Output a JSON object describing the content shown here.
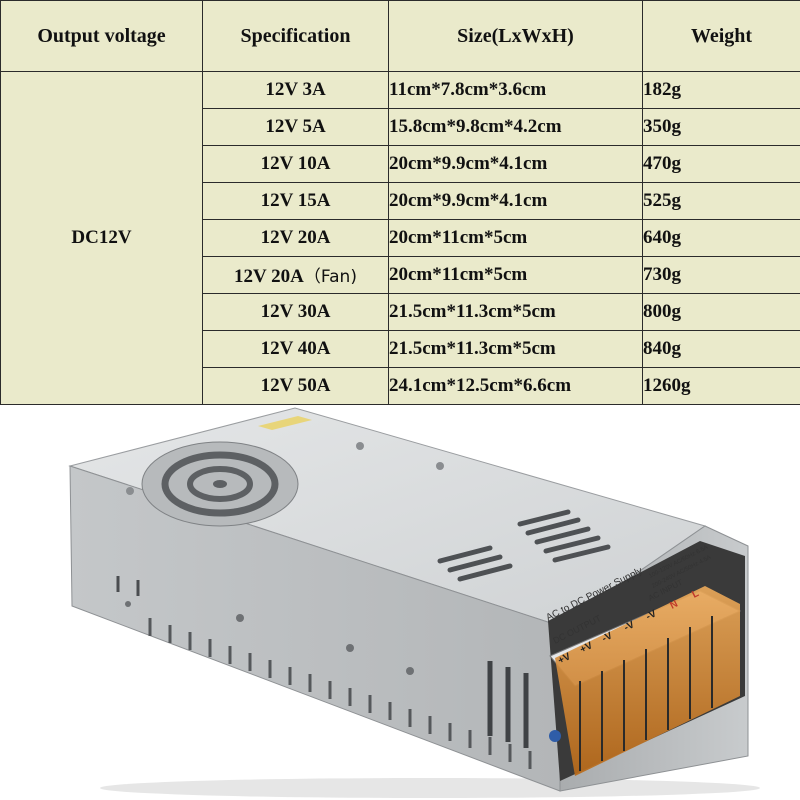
{
  "table": {
    "headers": [
      "Output voltage",
      "Specification",
      "Size(LxWxH)",
      "Weight"
    ],
    "voltage": "DC12V",
    "rows": [
      {
        "spec": "12V 3A",
        "size": "11cm*7.8cm*3.6cm",
        "weight": "182g"
      },
      {
        "spec": "12V 5A",
        "size": "15.8cm*9.8cm*4.2cm",
        "weight": "350g"
      },
      {
        "spec": "12V 10A",
        "size": "20cm*9.9cm*4.1cm",
        "weight": "470g"
      },
      {
        "spec": "12V 15A",
        "size": "20cm*9.9cm*4.1cm",
        "weight": "525g"
      },
      {
        "spec": "12V 20A",
        "size": "20cm*11cm*5cm",
        "weight": "640g"
      },
      {
        "spec": "12V 20A",
        "spec_note": "（Fan)",
        "size": "20cm*11cm*5cm",
        "weight": "730g"
      },
      {
        "spec": "12V 30A",
        "size": "21.5cm*11.3cm*5cm",
        "weight": "800g"
      },
      {
        "spec": "12V 40A",
        "size": "21.5cm*11.3cm*5cm",
        "weight": "840g"
      },
      {
        "spec": "12V 50A",
        "size": "24.1cm*12.5cm*6.6cm",
        "weight": "1260g"
      }
    ]
  },
  "photo": {
    "label_title": "AC to DC Power Supply",
    "label_dc_output": "DC OUTPUT",
    "label_ac_input": "AC INPUT",
    "terminals": [
      "+V",
      "+V",
      "-V",
      "-V",
      "-V",
      "N",
      "L"
    ],
    "rating_line1": "100-120V AC/60Hz 6.5A",
    "rating_line2": "200-240V AC/50Hz 4.5A",
    "colors": {
      "table_bg": "#eaeacb",
      "case": "#c9ccce",
      "terminal_cover": "#d88a2e"
    }
  }
}
